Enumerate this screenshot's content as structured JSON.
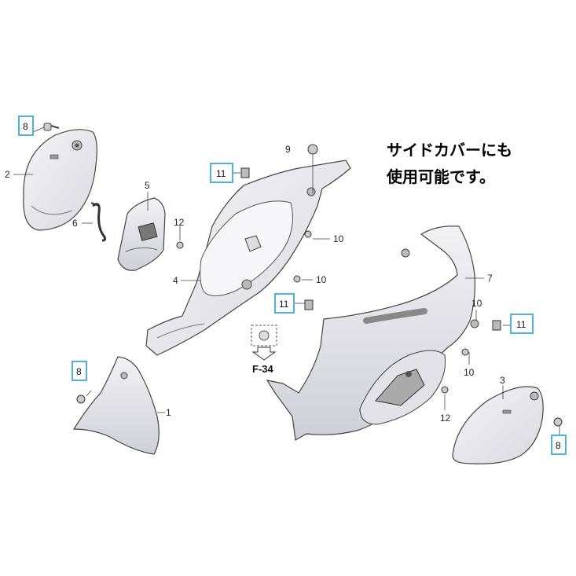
{
  "note": {
    "line1": "サイドカバーにも",
    "line2": "使用可能です。"
  },
  "callouts": {
    "p1": "1",
    "p2": "2",
    "p3": "3",
    "p4": "4",
    "p5": "5",
    "p6": "6",
    "p7": "7",
    "p9": "9",
    "p10a": "10",
    "p10b": "10",
    "p10c": "10",
    "p10d": "10",
    "p12a": "12",
    "p12b": "12"
  },
  "boxed_callouts": {
    "b8a": "8",
    "b8b": "8",
    "b8c": "8",
    "b11a": "11",
    "b11b": "11",
    "b11c": "11"
  },
  "reference": "F-34",
  "colors": {
    "box_outline": "#4fb3d9",
    "part_fill": "#e9e9ee",
    "line": "#444444"
  }
}
